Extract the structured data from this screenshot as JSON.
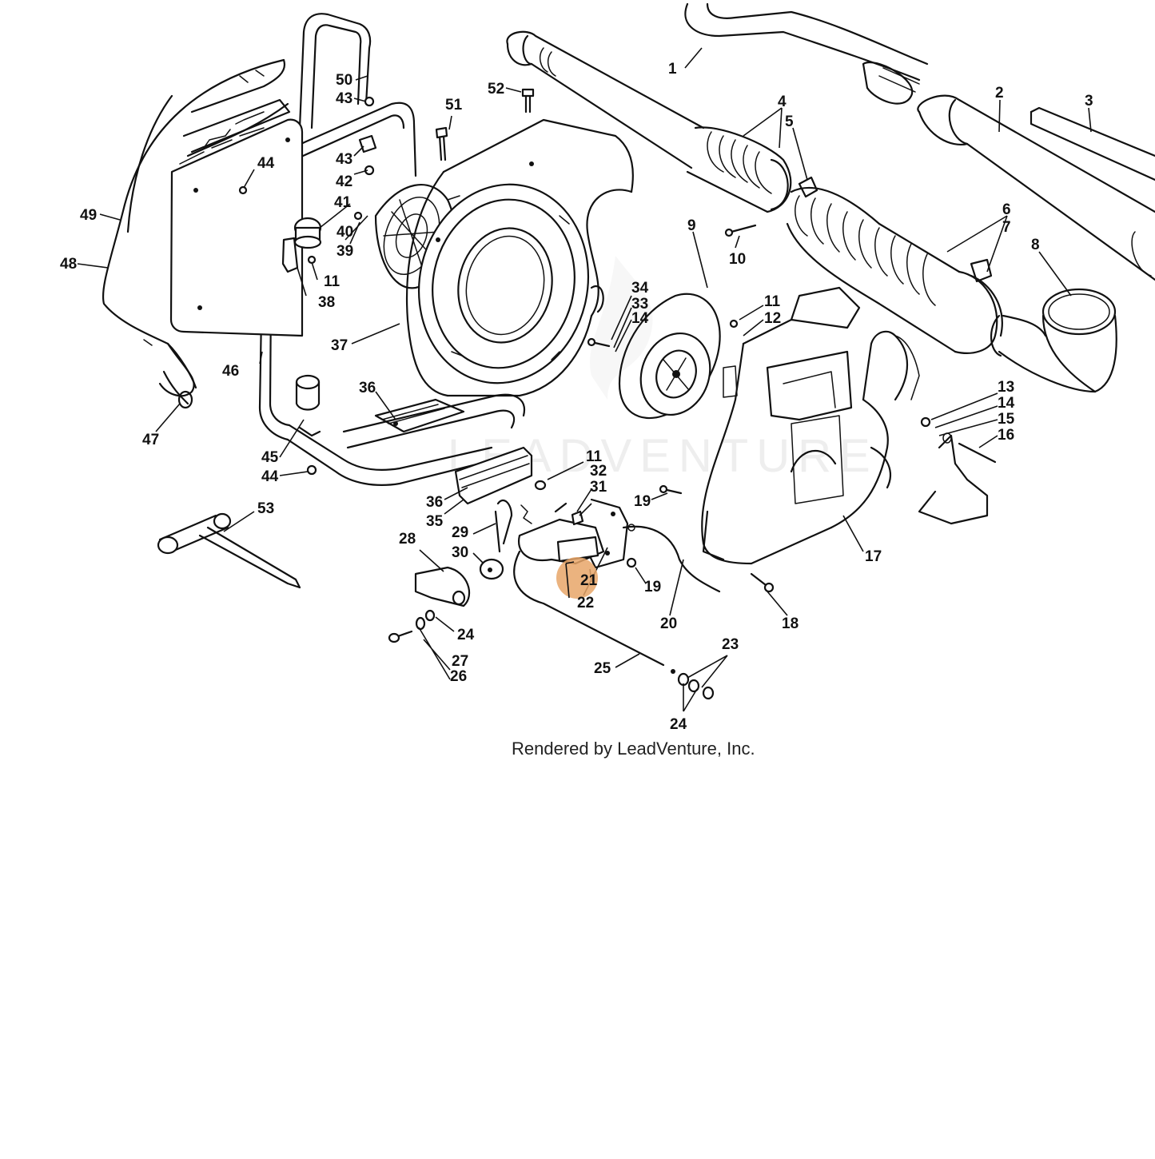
{
  "watermark": "LEADVENTURE",
  "credit": "Rendered by LeadVenture, Inc.",
  "highlight": {
    "label": "21",
    "color": "#E8A668"
  },
  "callouts": {
    "c1": "1",
    "c2": "2",
    "c3": "3",
    "c4": "4",
    "c5": "5",
    "c6": "6",
    "c7": "7",
    "c8": "8",
    "c9": "9",
    "c10": "10",
    "c11a": "11",
    "c11b": "11",
    "c11c": "11",
    "c12": "12",
    "c13": "13",
    "c14a": "14",
    "c14b": "14",
    "c15": "15",
    "c16": "16",
    "c17": "17",
    "c18": "18",
    "c19a": "19",
    "c19b": "19",
    "c20": "20",
    "c21": "21",
    "c22": "22",
    "c23": "23",
    "c24a": "24",
    "c24b": "24",
    "c25": "25",
    "c26": "26",
    "c27": "27",
    "c28": "28",
    "c29": "29",
    "c30": "30",
    "c31": "31",
    "c32": "32",
    "c33": "33",
    "c34": "34",
    "c35": "35",
    "c36a": "36",
    "c36b": "36",
    "c37": "37",
    "c38": "38",
    "c39": "39",
    "c40": "40",
    "c41": "41",
    "c42": "42",
    "c43a": "43",
    "c43b": "43",
    "c44a": "44",
    "c44b": "44",
    "c45": "45",
    "c46": "46",
    "c47": "47",
    "c48": "48",
    "c49": "49",
    "c50": "50",
    "c51": "51",
    "c52": "52",
    "c53": "53"
  }
}
